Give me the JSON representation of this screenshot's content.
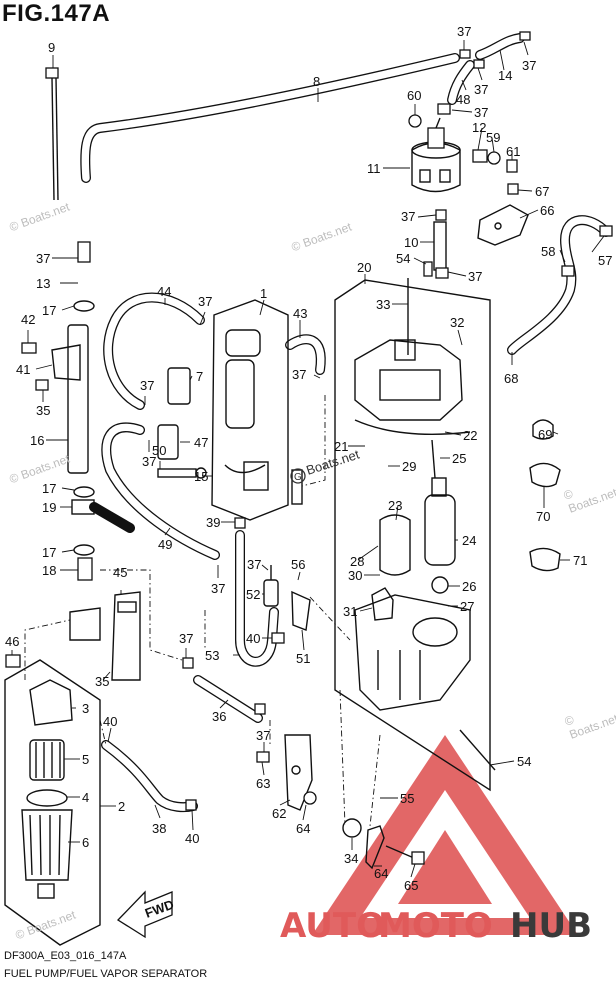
{
  "figure_title": "FIG.147A",
  "footer": {
    "code": "DF300A_E03_016_147A",
    "caption": "FUEL PUMP/FUEL VAPOR SEPARATOR"
  },
  "watermark_text": "© Boats.net",
  "g_watermark": "Boats.net",
  "brand": {
    "part1": "AUTO",
    "part2": "MOTO",
    "part3": "HUB",
    "color_red": "#e05a5a",
    "color_dark": "#3a3a3a"
  },
  "fwd_label": "FWD",
  "labels": {
    "l1": "1",
    "l2": "2",
    "l3": "3",
    "l4": "4",
    "l5": "5",
    "l6": "6",
    "l7": "7",
    "l8": "8",
    "l9": "9",
    "l10": "10",
    "l11": "11",
    "l12": "12",
    "l13": "13",
    "l14": "14",
    "l15": "15",
    "l16": "16",
    "l17a": "17",
    "l17b": "17",
    "l17c": "17",
    "l18": "18",
    "l19": "19",
    "l20": "20",
    "l21": "21",
    "l22": "22",
    "l23": "23",
    "l24": "24",
    "l25": "25",
    "l26": "26",
    "l27": "27",
    "l28": "28",
    "l29": "29",
    "l30": "30",
    "l31": "31",
    "l32": "32",
    "l33": "33",
    "l34": "34",
    "l35a": "35",
    "l35b": "35",
    "l36": "36",
    "l37a": "37",
    "l37b": "37",
    "l37c": "37",
    "l37d": "37",
    "l37e": "37",
    "l37f": "37",
    "l37g": "37",
    "l37h": "37",
    "l37i": "37",
    "l37j": "37",
    "l37k": "37",
    "l37l": "37",
    "l37m": "37",
    "l37n": "37",
    "l38": "38",
    "l39": "39",
    "l40a": "40",
    "l40b": "40",
    "l40c": "40",
    "l41": "41",
    "l42": "42",
    "l43": "43",
    "l44": "44",
    "l45": "45",
    "l46": "46",
    "l47": "47",
    "l48": "48",
    "l49": "49",
    "l50": "50",
    "l51": "51",
    "l52": "52",
    "l53": "53",
    "l54a": "54",
    "l54b": "54",
    "l55": "55",
    "l56": "56",
    "l57": "57",
    "l58": "58",
    "l59": "59",
    "l60": "60",
    "l61": "61",
    "l62": "62",
    "l63": "63",
    "l64a": "64",
    "l64b": "64",
    "l65": "65",
    "l66": "66",
    "l67": "67",
    "l68": "68",
    "l69": "69",
    "l70": "70",
    "l71": "71"
  }
}
